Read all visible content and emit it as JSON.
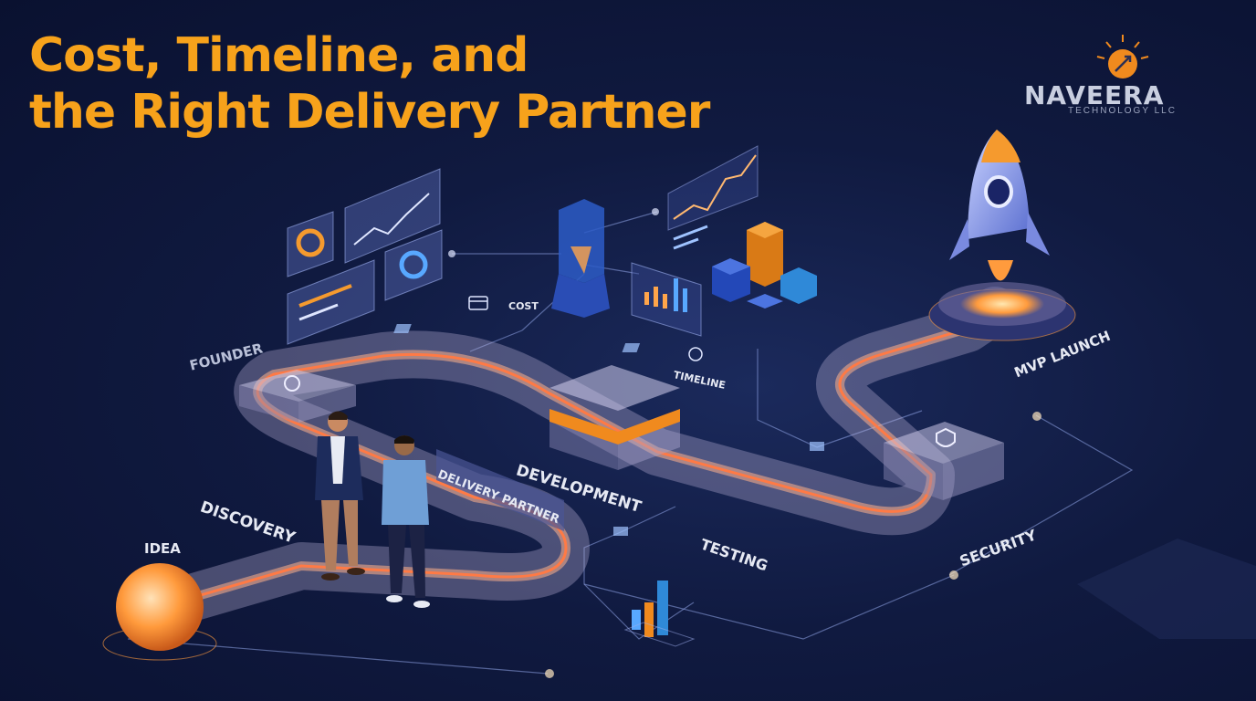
{
  "title": {
    "line1": "Cost, Timeline, and",
    "line2": "the Right Delivery Partner"
  },
  "brand": {
    "name": "NAVEERA",
    "subtitle": "TECHNOLOGY LLC"
  },
  "labels": {
    "founder": "FOUNDER",
    "cost": "COST",
    "timeline": "TIMELINE",
    "mvp_launch": "MVP LAUNCH",
    "development": "DEVELOPMENT",
    "delivery_partner": "DELIVERY PARTNER",
    "discovery": "DISCOVERY",
    "idea": "IDEA",
    "testing": "TESTING",
    "security": "SECURITY"
  },
  "colors": {
    "accent": "#f7a21b",
    "background": "#101a40",
    "path_glow": "#ff8a5c"
  },
  "icons": [
    "rocket-icon",
    "search-icon",
    "shield-icon",
    "clock-icon",
    "card-icon",
    "sun-icon"
  ]
}
